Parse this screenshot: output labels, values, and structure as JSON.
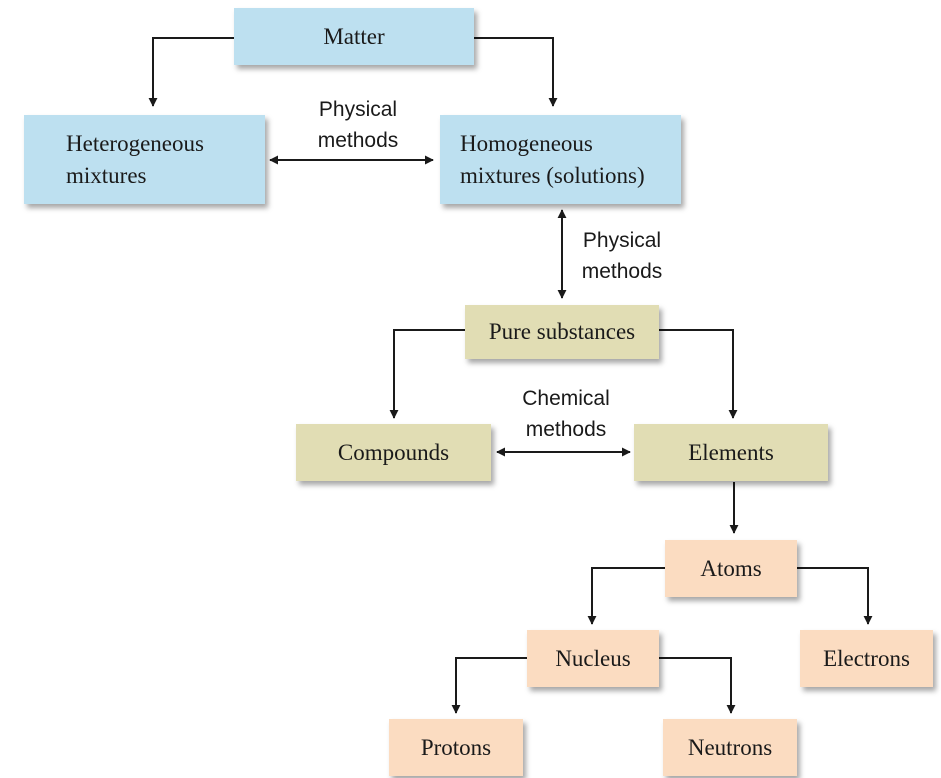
{
  "colors": {
    "mixture_fill": "#bde0f0",
    "substance_fill": "#e1ddb4",
    "particle_fill": "#fbdcc1",
    "arrow": "#1a1a1a"
  },
  "nodes": {
    "matter": "Matter",
    "heterogeneous": "Heterogeneous\nmixtures",
    "homogeneous": "Homogeneous\nmixtures (solutions)",
    "pure_substances": "Pure substances",
    "compounds": "Compounds",
    "elements": "Elements",
    "atoms": "Atoms",
    "nucleus": "Nucleus",
    "electrons": "Electrons",
    "protons": "Protons",
    "neutrons": "Neutrons"
  },
  "edge_labels": {
    "physical_1": "Physical\nmethods",
    "physical_2": "Physical\nmethods",
    "chemical": "Chemical\nmethods"
  }
}
